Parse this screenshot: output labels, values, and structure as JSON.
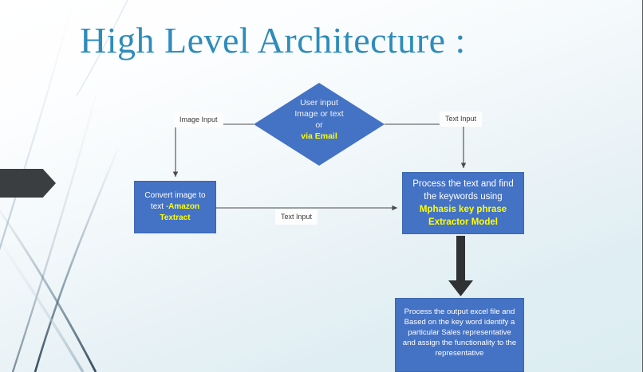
{
  "slide": {
    "title": "High Level Architecture :",
    "title_color": "#2e8cbb",
    "background_colors": [
      "#ffffff",
      "#dcedf2"
    ],
    "node_fill": "#4472c4",
    "highlight_color": "#ffff00",
    "accent_dark": "#3b3e41"
  },
  "diagram": {
    "type": "flowchart",
    "decision": {
      "shape": "diamond",
      "name": "user-input-decision",
      "lines": [
        {
          "text": "User input",
          "style": "normal"
        },
        {
          "text": "Image or text",
          "style": "normal"
        },
        {
          "text": "or",
          "style": "normal"
        },
        {
          "text": "via Email",
          "style": "highlight"
        }
      ]
    },
    "nodes": [
      {
        "name": "convert-image-to-text",
        "shape": "rectangle",
        "lines": [
          {
            "text": "Convert image to",
            "style": "normal"
          },
          {
            "text": "text -",
            "style": "normal",
            "suffix": "Amazon",
            "suffix_style": "highlight"
          },
          {
            "text": "Textract",
            "style": "highlight"
          }
        ]
      },
      {
        "name": "process-text-keywords",
        "shape": "rectangle",
        "lines": [
          {
            "text": "Process the text and find",
            "style": "normal"
          },
          {
            "text": "the keywords using",
            "style": "normal"
          },
          {
            "text": "Mphasis key phrase",
            "style": "highlight"
          },
          {
            "text": "Extractor Model",
            "style": "highlight"
          }
        ]
      },
      {
        "name": "process-output-excel",
        "shape": "rectangle",
        "lines": [
          {
            "text": "Process the output excel file and",
            "style": "normal"
          },
          {
            "text": "Based on the key word identify a",
            "style": "normal"
          },
          {
            "text": "particular Sales representative",
            "style": "normal"
          },
          {
            "text": "and assign the functionality to the",
            "style": "normal"
          },
          {
            "text": "representative",
            "style": "normal"
          }
        ]
      }
    ],
    "connector_labels": [
      {
        "name": "image-input-label",
        "text": "Image Input"
      },
      {
        "name": "text-input-right-label",
        "text": "Text Input"
      },
      {
        "name": "text-input-middle-label",
        "text": "Text Input"
      }
    ],
    "texts": {
      "decision_l1": "User input",
      "decision_l2": "Image or text",
      "decision_l3": "or",
      "decision_l4": "via Email",
      "textract_l1": "Convert image to",
      "textract_l2_plain": "text -",
      "textract_l2_hl": "Amazon",
      "textract_l3": "Textract",
      "keyphrase_l1": "Process the text and find",
      "keyphrase_l2": "the keywords using",
      "keyphrase_l3": "Mphasis key phrase",
      "keyphrase_l4": "Extractor Model",
      "output_l1": "Process the output excel file and",
      "output_l2": "Based on the key word identify a",
      "output_l3": "particular Sales representative",
      "output_l4": "and assign the functionality to the",
      "output_l5": "representative",
      "label_image_input": "Image Input",
      "label_text_input_right": "Text Input",
      "label_text_input_mid": "Text Input"
    }
  }
}
